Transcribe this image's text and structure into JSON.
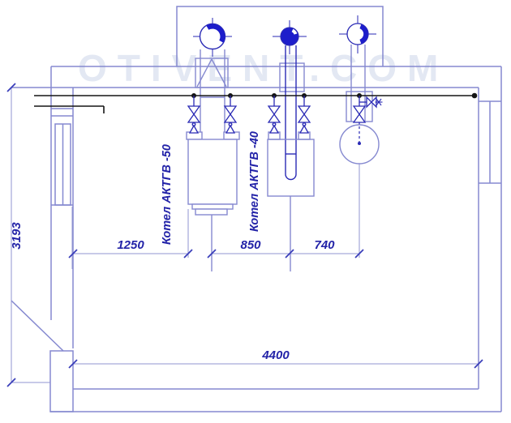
{
  "drawing": {
    "title": "boiler-room-plan",
    "watermark": "OTIVENT.COM",
    "labels": {
      "boiler1": "Котел АКТГВ -50",
      "boiler2": "Котел АКТГВ -40"
    },
    "dimensions": {
      "room_height": "3193",
      "wall_to_boiler1": "1250",
      "boiler1_to_boiler2": "850",
      "boiler2_to_heater": "740",
      "room_width": "4400"
    },
    "symbols": [
      "flue-fan-1",
      "flue-fan-2",
      "flue-fan-3",
      "draft-hood-box",
      "gas-valve",
      "union-cone",
      "water-heater-circle",
      "purge-cock-asterisk",
      "gas-pipe"
    ],
    "colors": {
      "wall": "#8589d0",
      "equipment": "#2a2ab5",
      "fan_fill": "#1d1dcb",
      "pipe": "#151515",
      "text": "#2323a8",
      "watermark": "#e3e8f3"
    }
  }
}
